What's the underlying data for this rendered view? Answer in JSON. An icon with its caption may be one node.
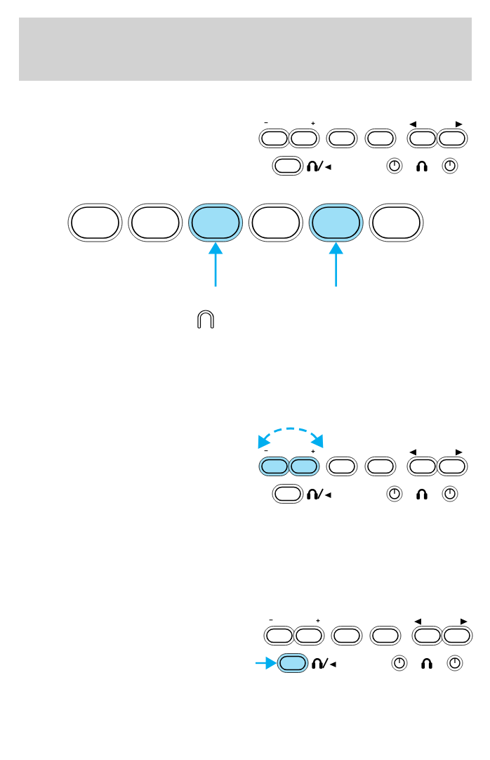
{
  "diagram": {
    "nodes": [
      {
        "text": [],
        "shape": "box"
      },
      {
        "text": [],
        "shape": "box"
      },
      {
        "text": [],
        "shape": "box",
        "beside": [
          "−"
        ]
      },
      {
        "text": [],
        "shape": "box",
        "beside": [
          "+"
        ]
      },
      {
        "text": [],
        "shape": "box"
      }
    ],
    "edges": [
      {
        "from": null,
        "to": 0,
        "arrow": "to"
      },
      {
        "from": null,
        "to": 1,
        "arrow": "to"
      },
      {
        "from": 2,
        "to": 3,
        "arrow": "both",
        "style": "dashed"
      },
      {
        "from": null,
        "to": 4,
        "arrow": "to"
      }
    ],
    "labels": [
      "−",
      "+",
      "−",
      "+"
    ]
  }
}
